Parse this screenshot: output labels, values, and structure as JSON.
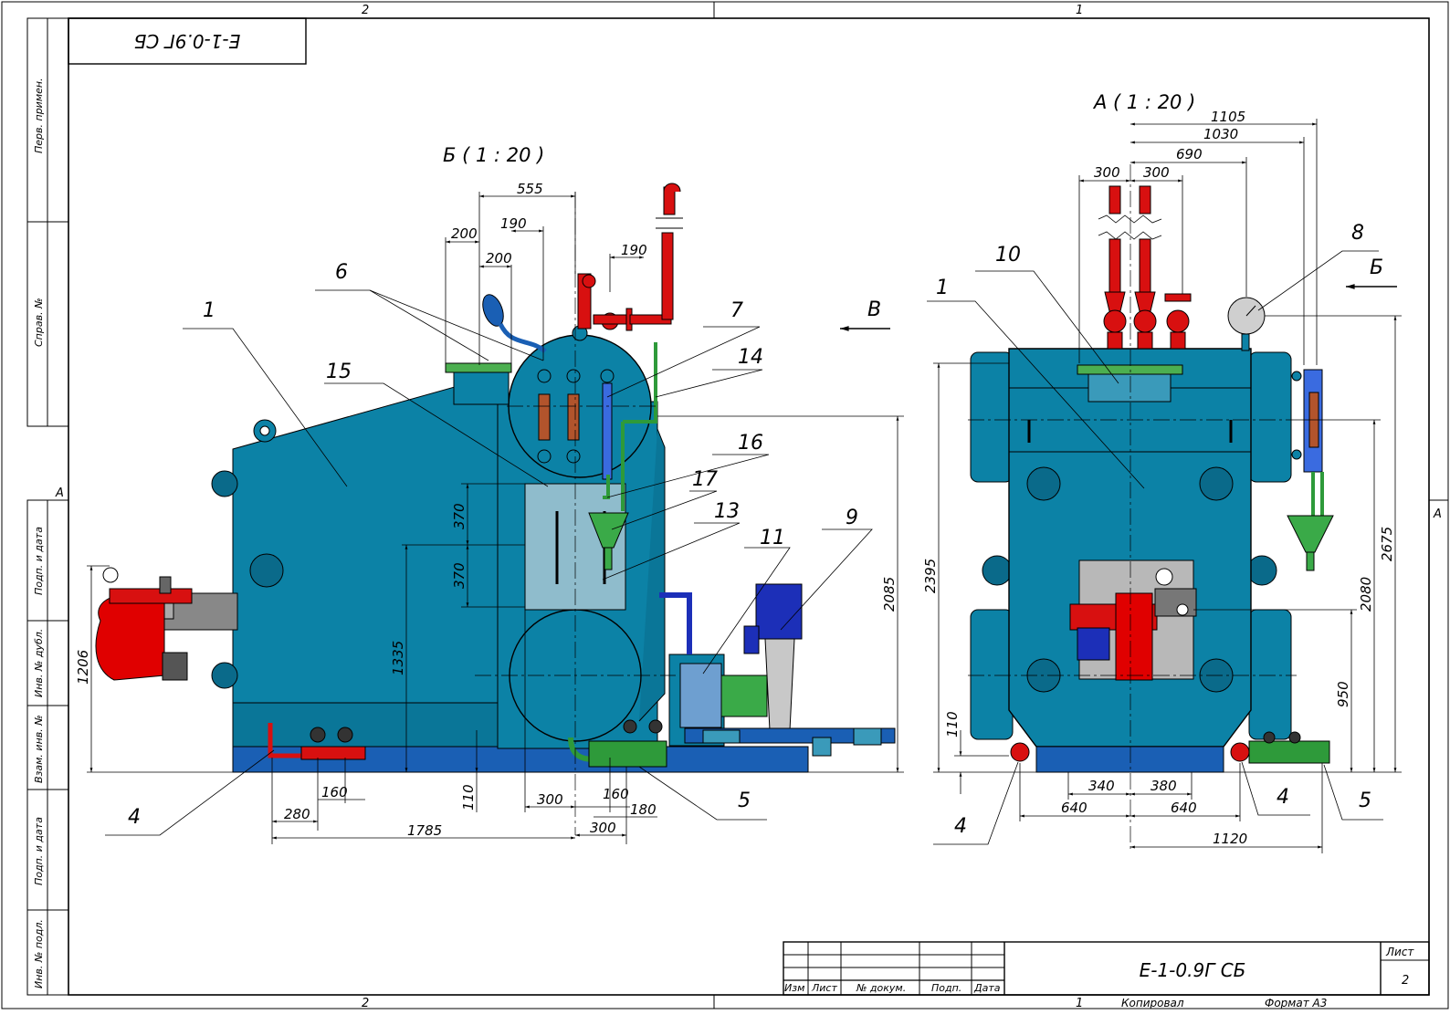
{
  "frame": {
    "zone_top_left": "2",
    "zone_top_right": "1",
    "zone_bottom_left": "2",
    "zone_bottom_right": "1",
    "zone_side_left": "A",
    "zone_side_right": "A"
  },
  "stamp_top": "Е-1-0.9Г СБ",
  "side_strip": [
    "Перв. примен.",
    "Справ. №",
    "Подп. и дата",
    "Инв. № дубл.",
    "Взам. инв. №",
    "Подп. и дата",
    "Инв. № подл."
  ],
  "view_b": {
    "title": "Б ( 1 : 20 )",
    "arrow_label": "В",
    "dims": [
      "555",
      "200",
      "190",
      "200",
      "190",
      "370",
      "370",
      "1335",
      "1206",
      "2085",
      "110",
      "160",
      "280",
      "1785",
      "300",
      "160",
      "180",
      "300"
    ],
    "callouts": [
      "1",
      "6",
      "15",
      "7",
      "14",
      "16",
      "17",
      "13",
      "11",
      "9",
      "4",
      "5"
    ]
  },
  "view_a": {
    "title": "А ( 1 : 20 )",
    "arrow_label": "Б",
    "dims": [
      "1105",
      "1030",
      "690",
      "300",
      "300",
      "2395",
      "2675",
      "2080",
      "950",
      "110",
      "340",
      "380",
      "640",
      "640",
      "1120"
    ],
    "callouts": [
      "10",
      "1",
      "8",
      "4",
      "4",
      "5"
    ]
  },
  "title_block": {
    "headers": [
      "Изм",
      "Лист",
      "№ докум.",
      "Подп.",
      "Дата"
    ],
    "designation": "Е-1-0.9Г СБ",
    "sheet_label": "Лист",
    "sheet_number": "2",
    "copied": "Копировал",
    "format": "Формат А3"
  },
  "colors": {
    "boiler": "#0c82a6",
    "boiler_dark": "#0a6a8a",
    "burner": "#e00000",
    "valve_red": "#d81010",
    "valve_green": "#2e9a3a",
    "frame_blue": "#1a5fb4",
    "motor_blue": "#1c2fb8",
    "panel_grey": "#b8b8b8"
  }
}
